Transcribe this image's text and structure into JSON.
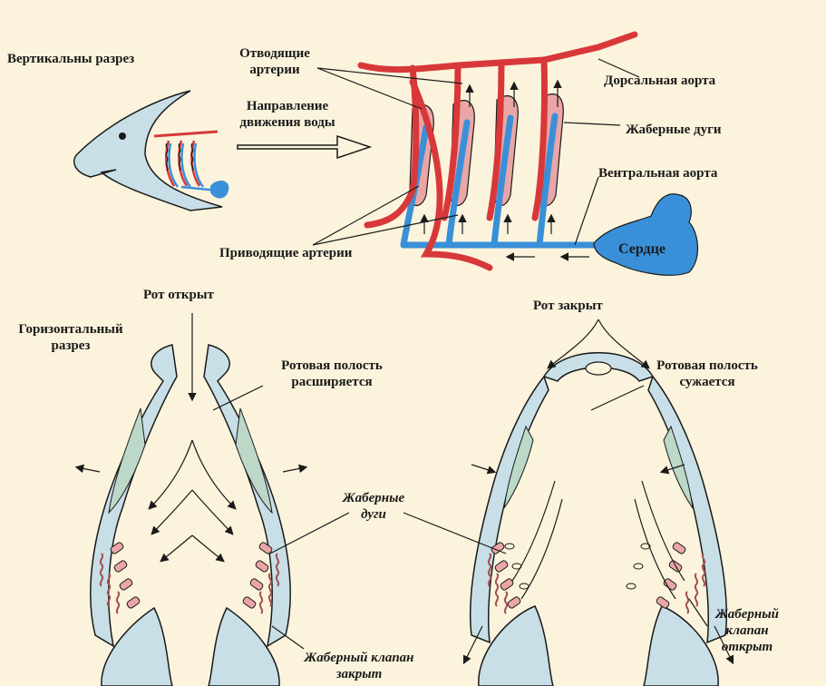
{
  "labels": {
    "vertical_section": "Вертикальны разрез",
    "efferent_arteries_1": "Отводящие",
    "efferent_arteries_2": "артерии",
    "dorsal_aorta": "Дорсальная аорта",
    "water_direction_1": "Направление",
    "water_direction_2": "движения воды",
    "gill_arches_top": "Жаберные дуги",
    "ventral_aorta": "Вентральная аорта",
    "heart": "Сердце",
    "afferent_arteries": "Приводящие артерии",
    "mouth_open": "Рот открыт",
    "mouth_closed": "Рот закрыт",
    "horizontal_section_1": "Горизонтальный",
    "horizontal_section_2": "разрез",
    "cavity_expands_1": "Ротовая полость",
    "cavity_expands_2": "расширяется",
    "cavity_shrinks_1": "Ротовая полость",
    "cavity_shrinks_2": "сужается",
    "gill_arches_mid_1": "Жаберные",
    "gill_arches_mid_2": "дуги",
    "valve_closed_1": "Жаберный клапан",
    "valve_closed_2": "закрыт",
    "valve_open_1": "Жаберный",
    "valve_open_2": "клапан",
    "valve_open_3": "открыт"
  },
  "colors": {
    "background": "#fbf3dc",
    "artery_red": "#d8383a",
    "vein_blue": "#3a90d8",
    "gill_pink": "#eaa6a6",
    "tissue_blue": "#c9dfe8",
    "cartilage_green": "#bcd8c8",
    "outline": "#1a1a1a"
  }
}
